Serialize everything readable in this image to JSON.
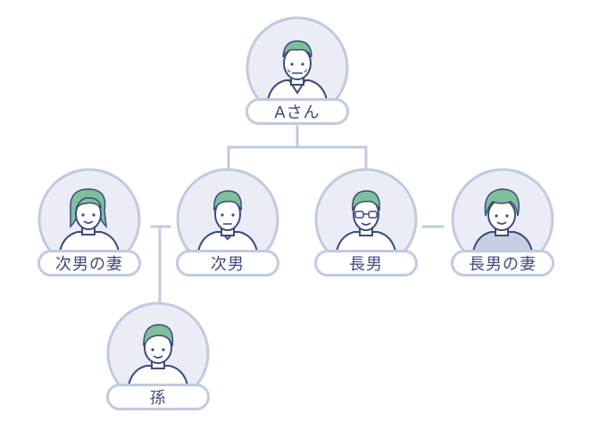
{
  "diagram": {
    "type": "family-tree",
    "colors": {
      "line": "#c3c9df",
      "circle_fill": "#eaedf6",
      "circle_stroke": "#c3c9df",
      "hair": "#7ebf9c",
      "ink": "#3f4a7e",
      "skin": "#ffffff"
    },
    "people": [
      {
        "id": "a",
        "label": "Aさん",
        "icon": "elderly-man-icon"
      },
      {
        "id": "w2",
        "label": "次男の妻",
        "icon": "woman-icon"
      },
      {
        "id": "s2",
        "label": "次男",
        "icon": "man-icon"
      },
      {
        "id": "s1",
        "label": "長男",
        "icon": "man-with-glasses-icon"
      },
      {
        "id": "w1",
        "label": "長男の妻",
        "icon": "woman-short-hair-icon"
      },
      {
        "id": "gc",
        "label": "孫",
        "icon": "child-icon"
      }
    ]
  }
}
